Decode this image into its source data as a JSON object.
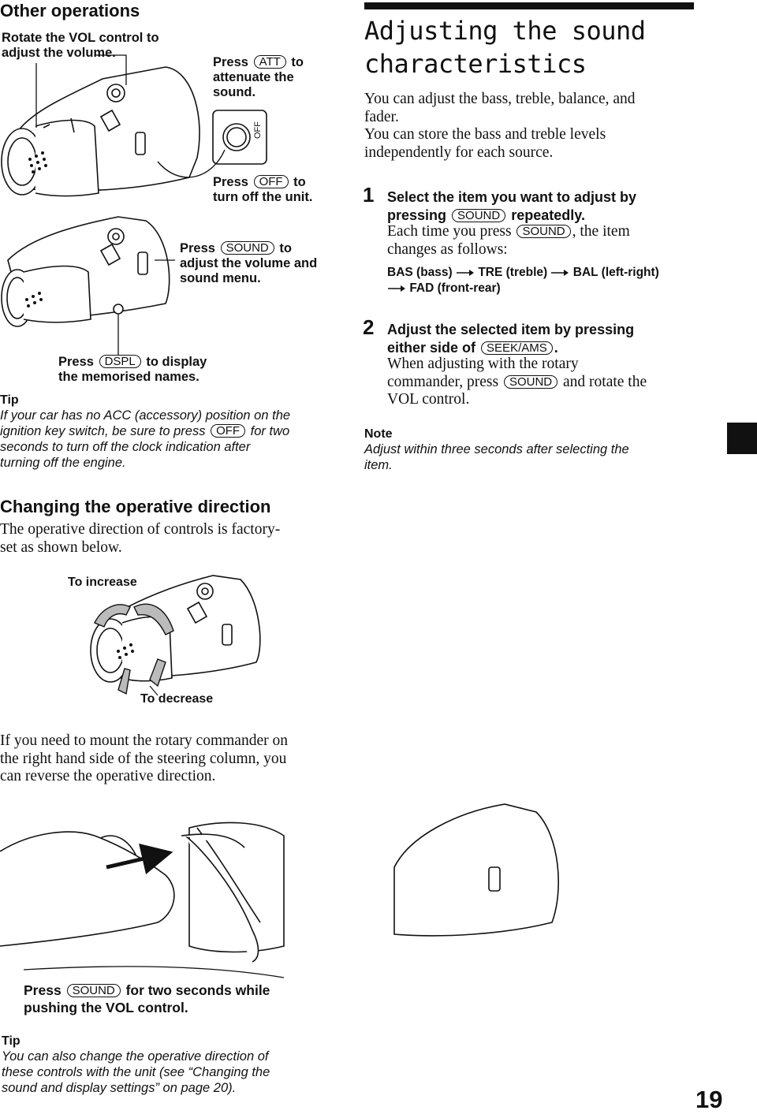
{
  "left": {
    "other_operations": {
      "heading": "Other operations",
      "vol_callout_line1": "Rotate the VOL control to",
      "vol_callout_line2": "adjust the volume.",
      "att_press": "Press",
      "att_key": "ATT",
      "att_to": "to",
      "att_line2": "attenuate the",
      "att_line3": "sound.",
      "off_button_label": "OFF",
      "off_press": "Press",
      "off_key": "OFF",
      "off_to": "to",
      "off_line2": "turn off the unit.",
      "sound_press": "Press",
      "sound_key": "SOUND",
      "sound_to": "to",
      "sound_line2": "adjust the volume and",
      "sound_line3": "sound menu.",
      "dspl_press": "Press",
      "dspl_key": "DSPL",
      "dspl_to": "to display",
      "dspl_line2": "the memorised names."
    },
    "tip1": {
      "label": "Tip",
      "line1": "If your car has no ACC (accessory) position on the",
      "line2_a": "ignition key switch, be sure to press",
      "line2_key": "OFF",
      "line2_b": "for two",
      "line3": "seconds to turn off the clock indication after",
      "line4": "turning off the engine."
    },
    "changing": {
      "heading": "Changing the operative direction",
      "line1": "The operative direction of controls is factory-",
      "line2": "set as shown below.",
      "to_increase": "To increase",
      "to_decrease": "To decrease",
      "para_line1": "If you need to mount the rotary commander on",
      "para_line2": "the right hand side of the steering column, you",
      "para_line3": "can reverse the operative direction.",
      "press_press": "Press",
      "press_key": "SOUND",
      "press_rest": "for two seconds while",
      "press_line2": "pushing the VOL control."
    },
    "tip2": {
      "label": "Tip",
      "line1": "You can also change the operative direction of",
      "line2": "these controls with the unit (see “Changing the",
      "line3": "sound and display settings” on page 20)."
    }
  },
  "right": {
    "heading_line1": "Adjusting the sound",
    "heading_line2": "characteristics",
    "intro_line1": "You can adjust the bass, treble, balance, and",
    "intro_line2": "fader.",
    "intro_line3": "You can store the bass and treble levels",
    "intro_line4": "independently for each source.",
    "step1": {
      "number": "1",
      "line1": "Select the item you want to adjust by",
      "line2_a": "pressing",
      "line2_key": "SOUND",
      "line2_b": "repeatedly.",
      "body1_a": "Each time you press",
      "body1_key": "SOUND",
      "body1_b": ", the item",
      "body2": "changes as follows:",
      "seq1": "BAS (bass)",
      "seq2": "TRE (treble)",
      "seq3": "BAL (left-right)",
      "seq4": "FAD (front-rear)"
    },
    "step2": {
      "number": "2",
      "line1": "Adjust the selected item by pressing",
      "line2_a": "either side of",
      "line2_key": "SEEK/AMS",
      "line2_b": ".",
      "body1": "When adjusting with the rotary",
      "body2_a": "commander, press",
      "body2_key": "SOUND",
      "body2_b": "and rotate the",
      "body3": "VOL control."
    },
    "note": {
      "label": "Note",
      "line1": "Adjust within three seconds after selecting the",
      "line2": "item."
    }
  },
  "page_number": "19"
}
